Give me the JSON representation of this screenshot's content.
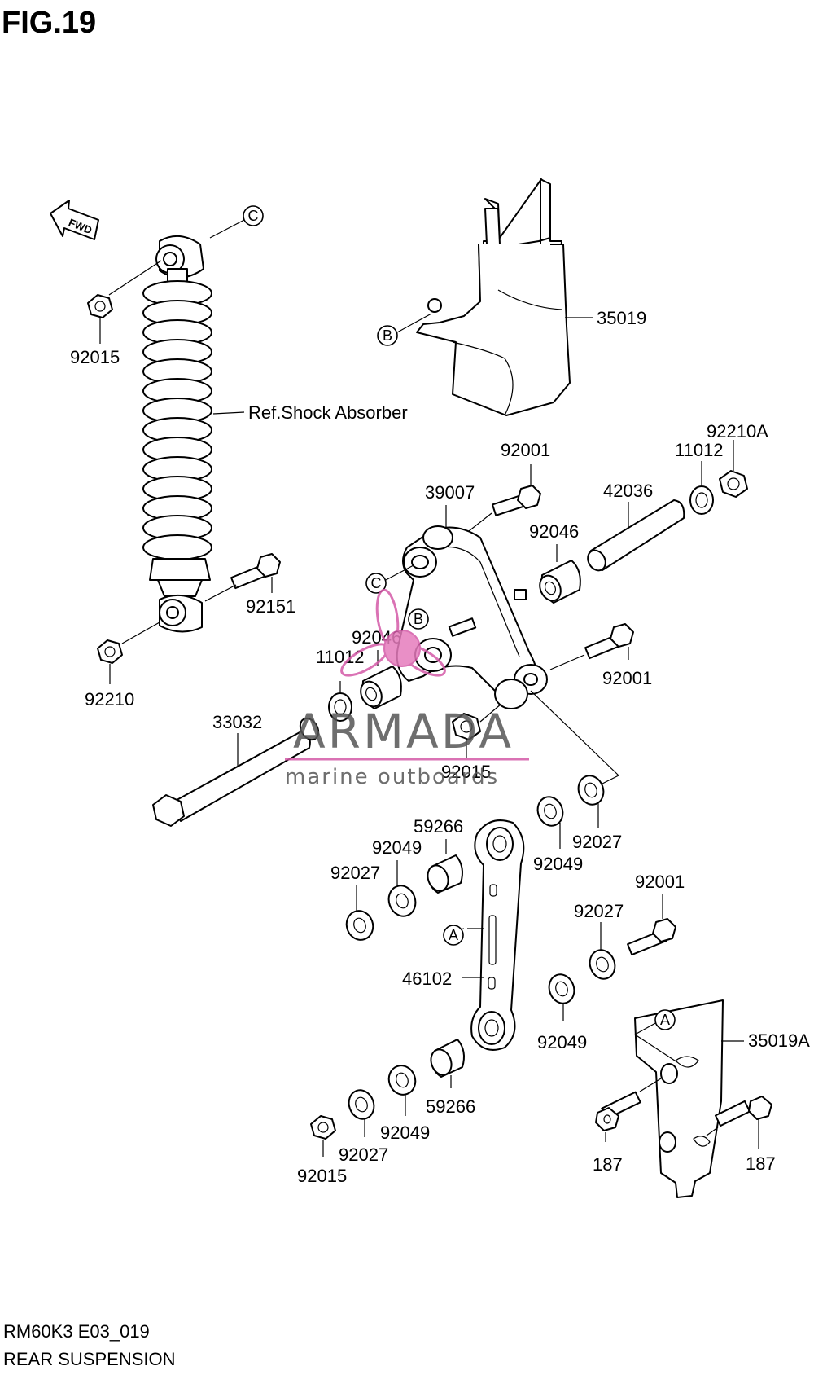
{
  "figure": {
    "title": "FIG.19",
    "code": "RM60K3 E03_019",
    "caption": "REAR SUSPENSION"
  },
  "badges": {
    "fwd": "FWD"
  },
  "callouts": {
    "a": "A",
    "b": "B",
    "c": "C"
  },
  "parts": {
    "p35019": "35019",
    "p35019a": "35019A",
    "ref_shock": "Ref.Shock Absorber",
    "p92015_top": "92015",
    "p92210": "92210",
    "p92151": "92151",
    "p39007": "39007",
    "p92001_top": "92001",
    "p92001_mid": "92001",
    "p92001_low": "92001",
    "p42036": "42036",
    "p11012_r": "11012",
    "p92210a": "92210A",
    "p92046_r": "92046",
    "p92046_l": "92046",
    "p11012_l": "11012",
    "p33032": "33032",
    "p92015_mid": "92015",
    "p59266_top": "59266",
    "p92049_1": "92049",
    "p92027_1": "92027",
    "p92049_2": "92049",
    "p92027_2": "92027",
    "p92027_3": "92027",
    "p46102": "46102",
    "p92049_3": "92049",
    "p59266_bot": "59266",
    "p92049_4": "92049",
    "p92027_4": "92027",
    "p92015_bot": "92015",
    "p187_l": "187",
    "p187_r": "187"
  },
  "watermark": {
    "brand": "ARMADA",
    "tagline": "marine outboards",
    "accent": "#d45aa8"
  }
}
